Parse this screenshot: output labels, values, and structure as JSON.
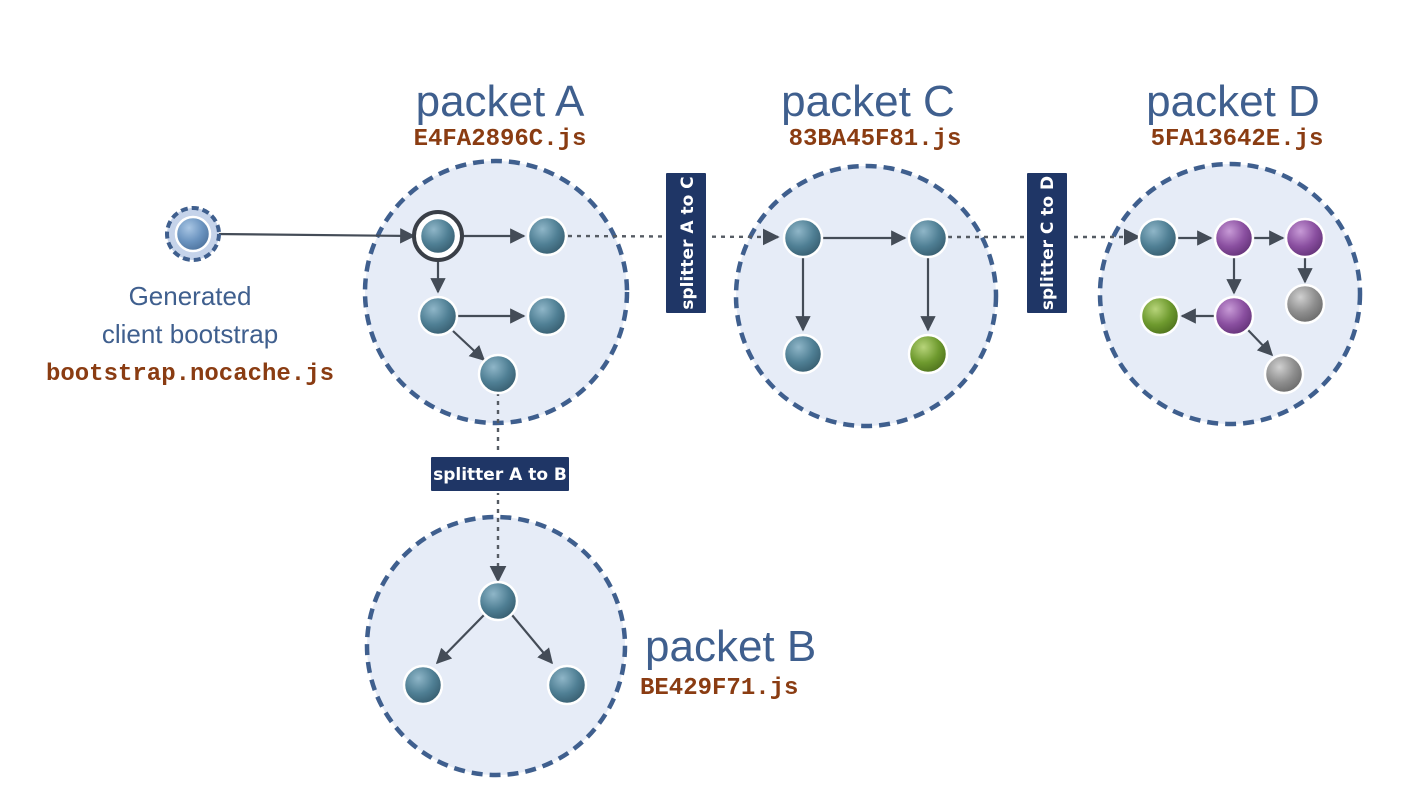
{
  "bootstrap": {
    "label_line1": "Generated",
    "label_line2": "client bootstrap",
    "file": "bootstrap.nocache.js"
  },
  "packets": {
    "a": {
      "title": "packet A",
      "file": "E4FA2896C.js"
    },
    "b": {
      "title": "packet B",
      "file": "BE429F71.js"
    },
    "c": {
      "title": "packet C",
      "file": "83BA45F81.js"
    },
    "d": {
      "title": "packet D",
      "file": "5FA13642E.js"
    }
  },
  "splitters": {
    "a_to_b": "splitter A to B",
    "a_to_c": "splitter A to C",
    "c_to_d": "splitter C to D"
  },
  "colors": {
    "node_teal": "#4f7f94",
    "node_purple": "#8a4fa0",
    "node_green": "#6e9a2e",
    "node_gray": "#8e8e8e",
    "bootstrap_node": "#6a93bf",
    "packet_fill": "#e6ecf7",
    "packet_border": "#3f5f8e",
    "splitter_fill": "#1f3666",
    "title_text": "#3f5f8e",
    "file_text": "#8a3c12"
  }
}
